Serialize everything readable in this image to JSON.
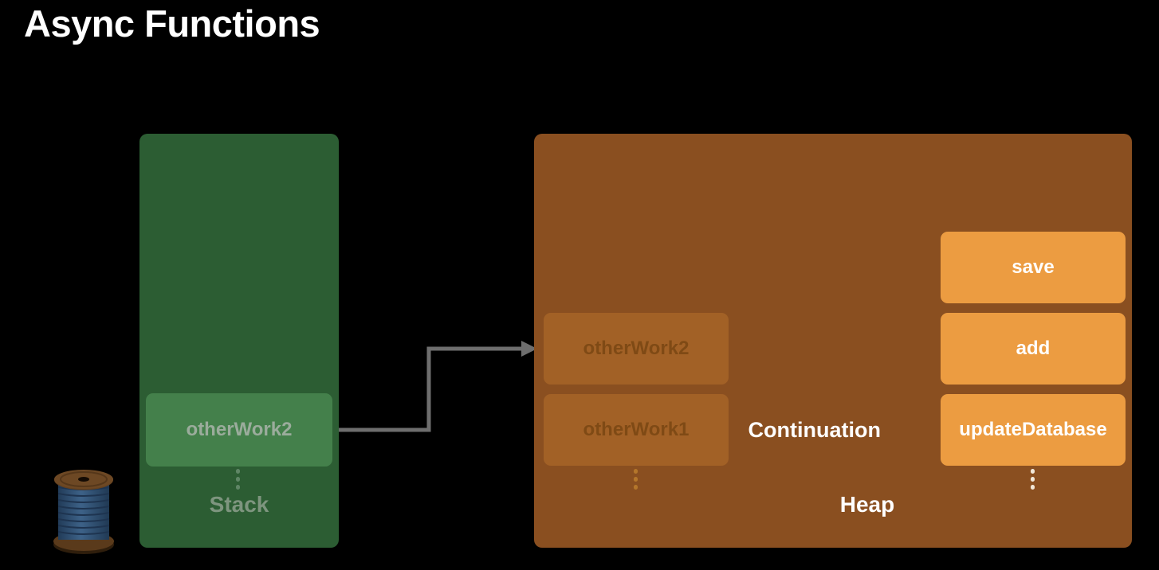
{
  "title": "Async Functions",
  "stack": {
    "label": "Stack",
    "frames": [
      {
        "label": "otherWork2"
      }
    ]
  },
  "heap": {
    "label": "Heap",
    "frames": [
      {
        "label": "otherWork2"
      },
      {
        "label": "otherWork1"
      }
    ],
    "continuation": {
      "label": "Continuation",
      "frames": [
        {
          "label": "save"
        },
        {
          "label": "add"
        },
        {
          "label": "updateDatabase"
        }
      ]
    }
  },
  "icons": {
    "thread_spool": "thread-spool-icon",
    "stack_ellipsis": "vertical-ellipsis-icon",
    "heap_ellipsis": "vertical-ellipsis-icon",
    "continuation_ellipsis": "vertical-ellipsis-icon"
  },
  "colors": {
    "background": "#000000",
    "title_text": "#FFFFFF",
    "stack_panel": "#2C5D33",
    "stack_frame": "#44804B",
    "stack_frame_text": "#9BAC9C",
    "stack_label_text": "#7E957F",
    "heap_panel": "#8A4F20",
    "heap_frame": "#A26126",
    "heap_frame_text": "#7F4A15",
    "continuation_frame": "#EC9C41",
    "continuation_frame_text": "#FFFFFF",
    "heap_label_text": "#FFFFFF",
    "arrow_stack_to_heap": "#6E6E6E",
    "arrow_continuation": "#CCD3DB"
  }
}
